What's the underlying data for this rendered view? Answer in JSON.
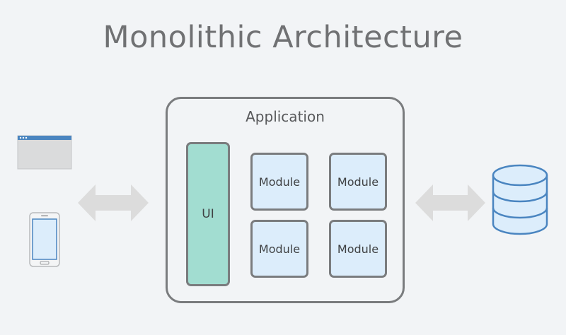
{
  "title": "Monolithic Architecture",
  "application": {
    "label": "Application",
    "ui_label": "UI",
    "modules": [
      "Module",
      "Module",
      "Module",
      "Module"
    ]
  },
  "icons": {
    "clients": [
      "browser-window-icon",
      "mobile-phone-icon"
    ],
    "storage": "database-icon",
    "connectors": [
      "bidirectional-arrow-icon",
      "bidirectional-arrow-icon"
    ]
  },
  "colors": {
    "background": "#f2f4f6",
    "title_text": "#707173",
    "border": "#7a7c7e",
    "ui_fill": "#a2ddd1",
    "module_fill": "#dcedfb",
    "arrow_fill": "#dcdcdc",
    "database_stroke": "#4a85c0",
    "database_fill": "#dcedfb",
    "browser_bar": "#4a85c0",
    "browser_body": "#dadbdc"
  }
}
